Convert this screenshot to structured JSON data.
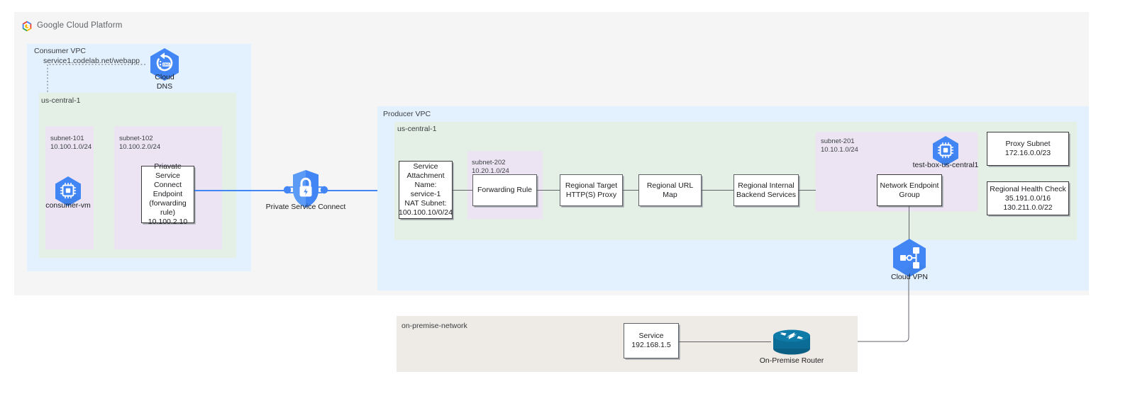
{
  "header": {
    "logo_icon": "google-cloud-platform-logo",
    "title": "Google Cloud Platform"
  },
  "consumer_vpc": {
    "label": "Consumer VPC",
    "region_label": "us-central-1",
    "dns_record": "service1.codelab.net/webapp",
    "cloud_dns": {
      "icon": "cloud-dns-icon",
      "line1": "Cloud",
      "line2": "DNS"
    },
    "subnet_101": {
      "name": "subnet-101",
      "cidr": "10.100.1.0/24"
    },
    "subnet_102": {
      "name": "subnet-102",
      "cidr": "10.100.2.0/24"
    },
    "consumer_vm": {
      "icon": "compute-engine-vm-icon",
      "label": "consumer-vm"
    },
    "psc_endpoint": "Priavate Service Connect Endpoint (forwarding rule) 10.100.2.10",
    "psc_endpoint_lines": [
      "Priavate Service",
      "Connect Endpoint",
      "(forwarding rule)",
      "10.100.2.10"
    ]
  },
  "private_service_connect": {
    "icon": "private-service-connect-shield-lock-icon",
    "label": "Private Service Connect"
  },
  "producer_vpc": {
    "label": "Producer VPC",
    "region_label": "us-central-1",
    "service_attachment_lines": [
      "Service",
      "Attachment",
      "Name: service-1",
      "",
      "NAT Subnet:",
      "100.100.10/0/24"
    ],
    "subnet_202": {
      "name": "subnet-202",
      "cidr": "10.20.1.0/24"
    },
    "forwarding_rule": "Forwarding Rule",
    "target_proxy_lines": [
      "Regional Target",
      "HTTP(S) Proxy"
    ],
    "url_map": "Regional URL Map",
    "backend_services_lines": [
      "Regional Internal",
      "Backend Services"
    ],
    "subnet_201": {
      "name": "subnet-201",
      "cidr": "10.10.1.0/24"
    },
    "test_box": {
      "icon": "compute-engine-vm-icon",
      "label": "test-box-us-central1"
    },
    "neg_lines": [
      "Network Endpoint",
      "Group"
    ],
    "proxy_subnet_lines": [
      "Proxy Subnet",
      "172.16.0.0/23"
    ],
    "health_check_lines": [
      "Regional Health Check",
      "35.191.0.0/16",
      "130.211.0.0/22"
    ]
  },
  "cloud_vpn": {
    "icon": "cloud-vpn-icon",
    "label": "Cloud VPN"
  },
  "on_premise": {
    "label": "on-premise-network",
    "service_lines": [
      "Service",
      "192.168.1.5"
    ],
    "router": {
      "icon": "on-premise-router-icon",
      "label": "On-Premise Router"
    }
  },
  "colors": {
    "page_bg": "#f5f5f5",
    "vpc_blue": "#e3f0fd",
    "region_green": "#e4efe5",
    "subnet_purple": "#ece4f3",
    "onprem_beige": "#eeeae5",
    "gcp_blue": "#4285f4",
    "psc_line": "#4285f4",
    "router_teal": "#0b6c95",
    "text": "#202124"
  }
}
